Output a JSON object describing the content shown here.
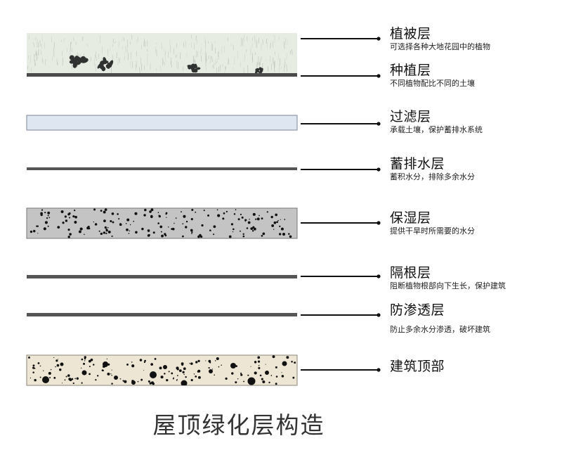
{
  "title": "屋顶绿化层构造",
  "layers": [
    {
      "id": "vegetation",
      "name": "植被层",
      "desc": "可选择各种大地花园中的植物"
    },
    {
      "id": "planting",
      "name": "种植层",
      "desc": "不同植物配比不同的土壤"
    },
    {
      "id": "filter",
      "name": "过滤层",
      "desc": "承载土壤，保护蓄排水系统"
    },
    {
      "id": "drainage",
      "name": "蓄排水层",
      "desc": "蓄积水分，排除多余水分"
    },
    {
      "id": "moisture",
      "name": "保湿层",
      "desc": "提供干旱时所需要的水分"
    },
    {
      "id": "root-barrier",
      "name": "隔根层",
      "desc": "阻断植物根部向下生长，保护建筑"
    },
    {
      "id": "waterproof",
      "name": "防渗透层",
      "desc": "防止多余水分渗透，破坏建筑"
    },
    {
      "id": "building",
      "name": "建筑顶部",
      "desc": ""
    }
  ],
  "colors": {
    "vegetation_bg": "#e7ece3",
    "plant": "#2f3230",
    "soil_line": "#4a4a4a",
    "filter_fill": "#dde6f1",
    "filter_border": "#7d8794",
    "drainage_line": "#555555",
    "moisture_fill": "#c4c4c4",
    "moisture_border": "#777777",
    "barrier_line": "#555555",
    "building_fill": "#eee6d4",
    "building_border": "#8a8478",
    "speckle": "#111111",
    "leader": "#111111"
  }
}
